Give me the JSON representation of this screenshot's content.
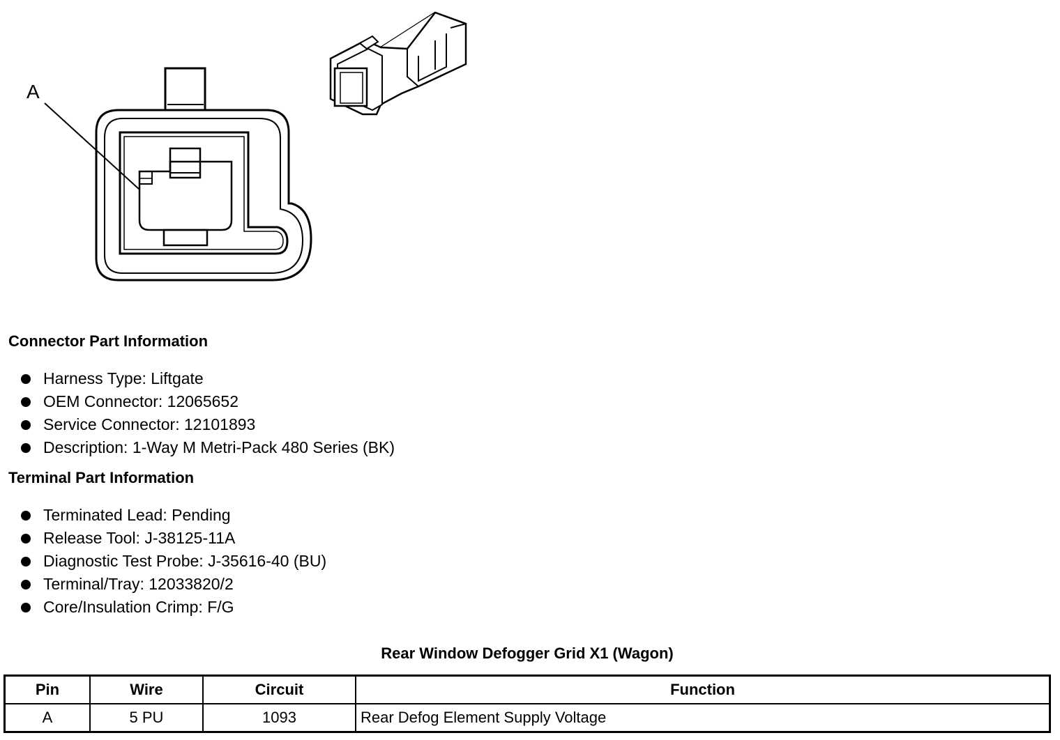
{
  "figure": {
    "callout": "A"
  },
  "connector_info": {
    "title": "Connector Part Information",
    "items": [
      "Harness Type: Liftgate",
      "OEM Connector: 12065652",
      "Service Connector: 12101893",
      "Description: 1-Way M Metri-Pack 480 Series (BK)"
    ]
  },
  "terminal_info": {
    "title": "Terminal Part Information",
    "items": [
      "Terminated Lead: Pending",
      "Release Tool: J-38125-11A",
      "Diagnostic Test Probe: J-35616-40 (BU)",
      "Terminal/Tray: 12033820/2",
      "Core/Insulation Crimp: F/G"
    ]
  },
  "table": {
    "title": "Rear Window Defogger Grid X1 (Wagon)",
    "headers": [
      "Pin",
      "Wire",
      "Circuit",
      "Function"
    ],
    "rows": [
      [
        "A",
        "5 PU",
        "1093",
        "Rear Defog Element Supply Voltage"
      ]
    ]
  }
}
